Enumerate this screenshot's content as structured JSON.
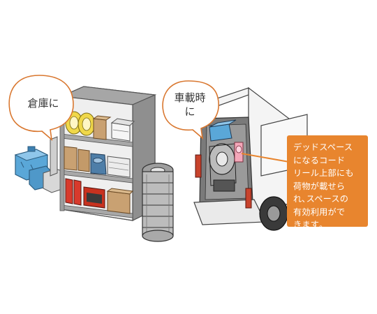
{
  "colors": {
    "bubble_border": "#d9772f",
    "callout_fill": "#e8852e",
    "callout_text": "#ffffff",
    "shelf_gray": "#9d9d9d",
    "van_white": "#f4f4f4",
    "cardboard": "#c9a172",
    "yellow_cord": "#f0d84a",
    "blue_tank": "#5aa7d8",
    "red_fuel": "#d83a2c",
    "taillight": "#c8432c",
    "pink_cord": "#f4a7b9"
  },
  "bubbles": {
    "warehouse": {
      "line1": "倉庫に"
    },
    "vehicle": {
      "line1": "車載時",
      "line2": "に"
    }
  },
  "callout": {
    "lines": [
      "デッドスペース",
      "になるコード",
      "リール上部にも",
      "荷物が載せら",
      "れ､スペースの",
      "有効利用がで",
      "きます｡"
    ]
  },
  "icons": {
    "shelf": "storage-shelf-illustration",
    "van": "van-rear-illustration",
    "stack": "stacked-cord-reels-illustration",
    "tank": "water-tank-illustration"
  }
}
